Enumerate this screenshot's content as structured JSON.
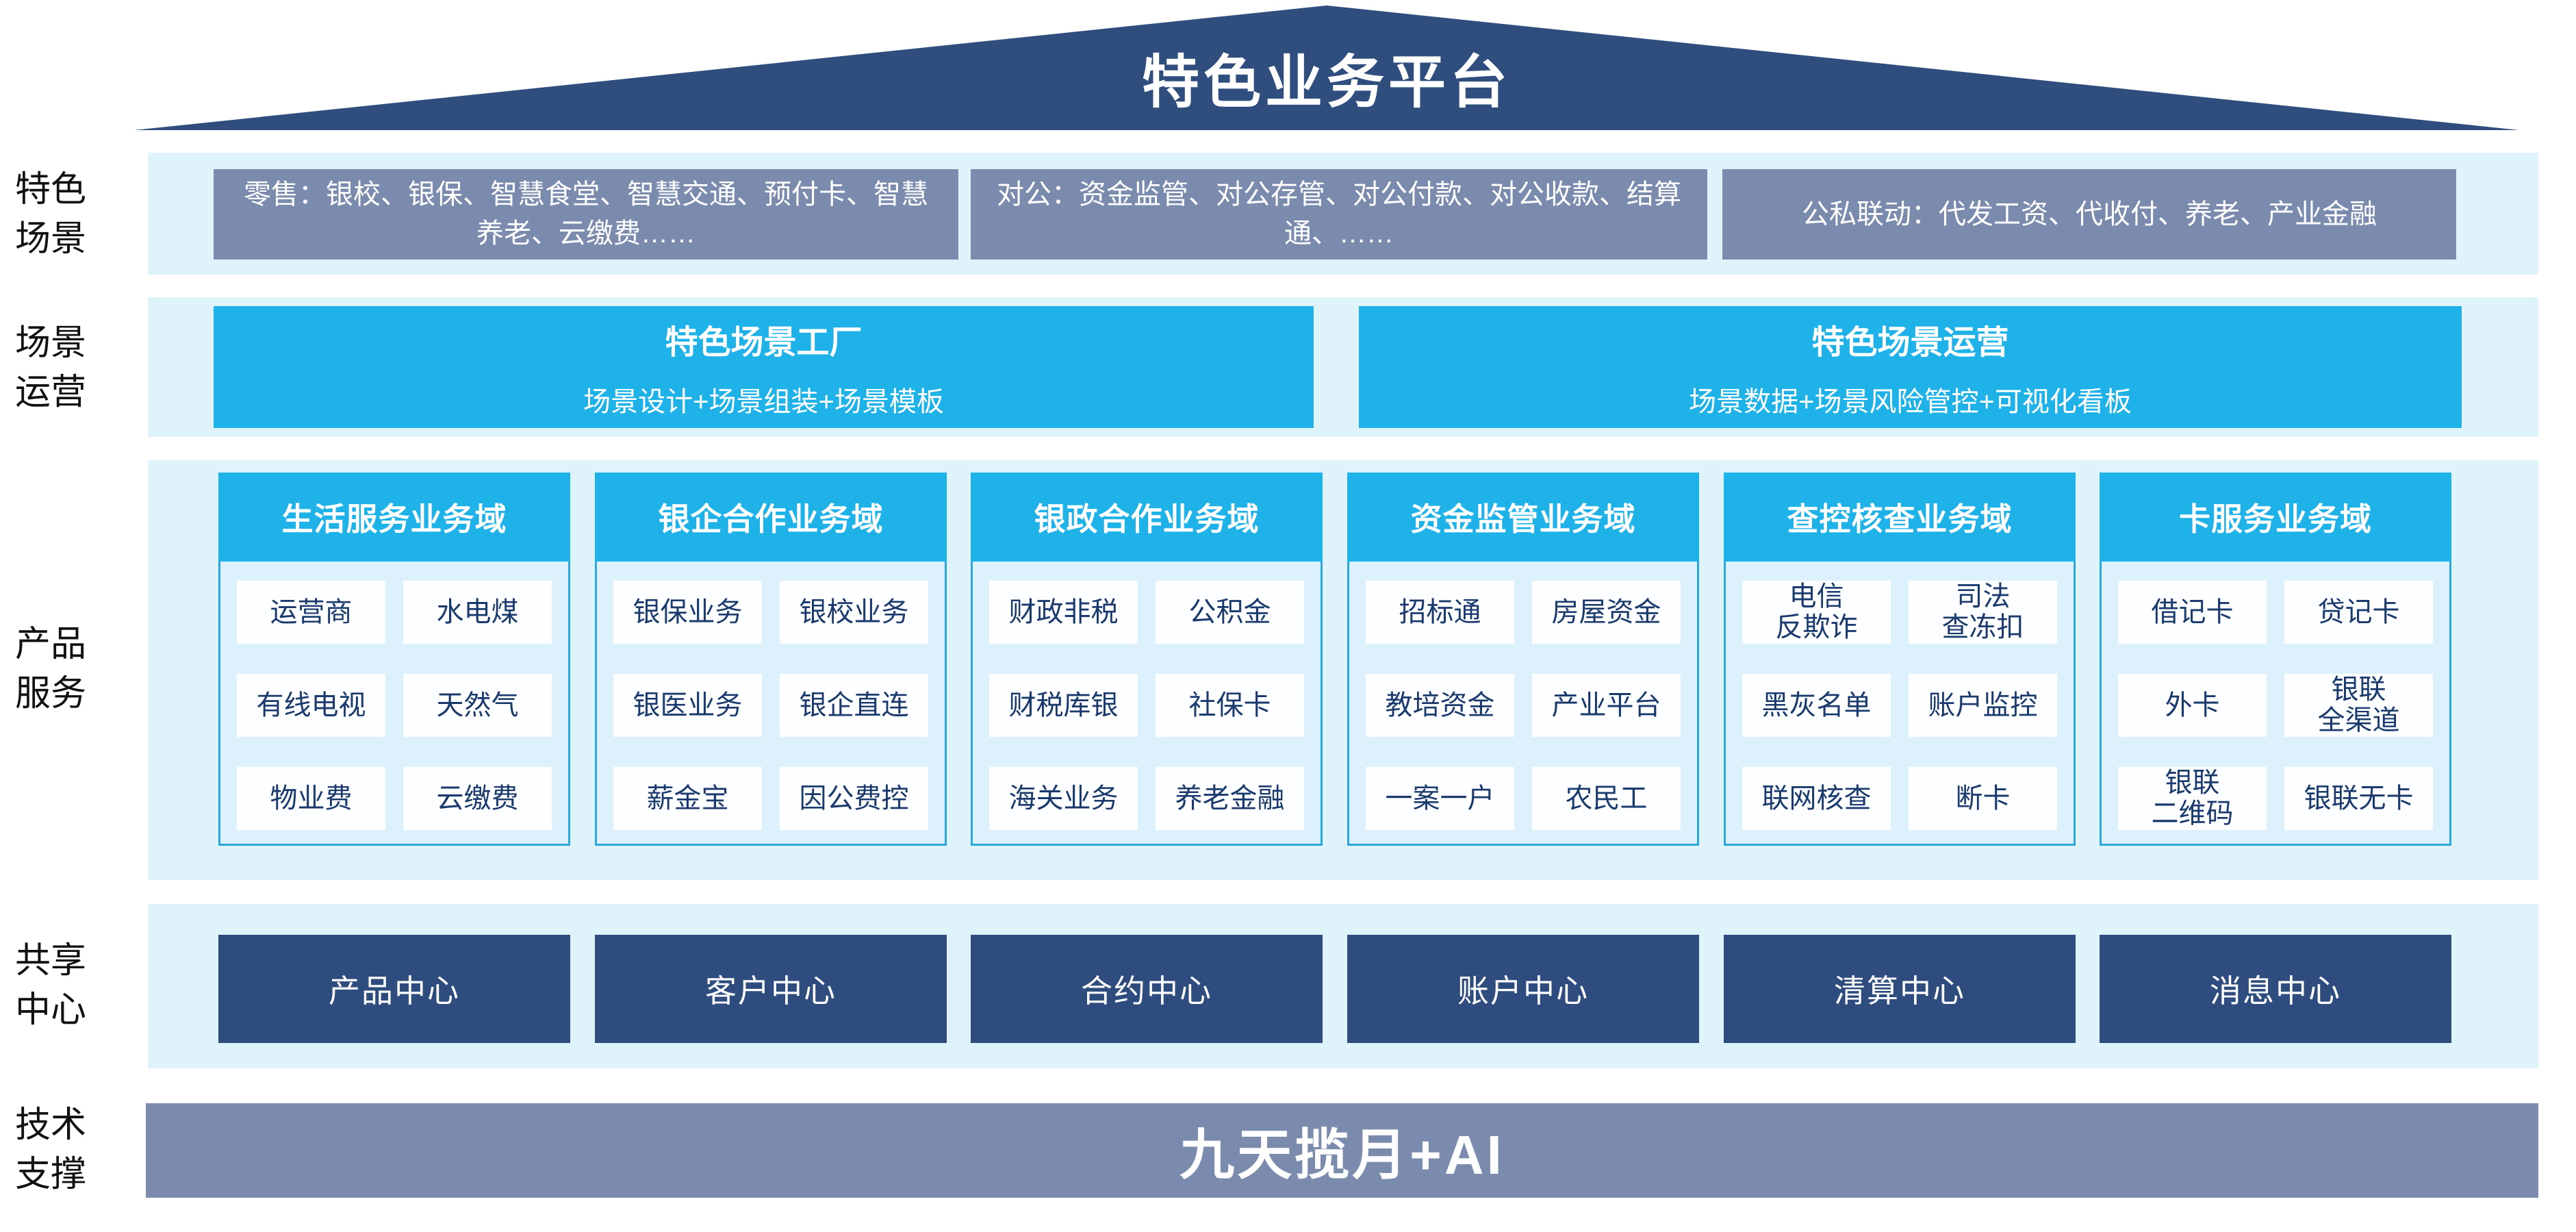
{
  "title": "特色业务平台",
  "colors": {
    "roof_navy": "#2F4E7D",
    "slate_blue": "#7A8BAD",
    "cyan": "#1FB2E8",
    "band_light_blue": "#DFF3FB",
    "panel_light_blue": "#DCF1FB",
    "panel_border_cyan": "#2BA7DB",
    "cell_text_navy": "#1A3A6E",
    "center_navy": "#2E4C7D"
  },
  "rows": {
    "scenes": {
      "label": "特色\n场景",
      "boxes": [
        "零售：银校、银保、智慧食堂、智慧交通、预付卡、智慧养老、云缴费……",
        "对公：资金监管、对公存管、对公付款、对公收款、结算通、……",
        "公私联动：代发工资、代收付、养老、产业金融"
      ]
    },
    "operations": {
      "label": "场景\n运营",
      "boxes": [
        {
          "title": "特色场景工厂",
          "subtitle": "场景设计+场景组装+场景模板"
        },
        {
          "title": "特色场景运营",
          "subtitle": "场景数据+场景风险管控+可视化看板"
        }
      ]
    },
    "products": {
      "label": "产品\n服务",
      "columns": [
        {
          "header": "生活服务业务域",
          "cells": [
            "运营商",
            "水电煤",
            "有线电视",
            "天然气",
            "物业费",
            "云缴费"
          ]
        },
        {
          "header": "银企合作业务域",
          "cells": [
            "银保业务",
            "银校业务",
            "银医业务",
            "银企直连",
            "薪金宝",
            "因公费控"
          ]
        },
        {
          "header": "银政合作业务域",
          "cells": [
            "财政非税",
            "公积金",
            "财税库银",
            "社保卡",
            "海关业务",
            "养老金融"
          ]
        },
        {
          "header": "资金监管业务域",
          "cells": [
            "招标通",
            "房屋资金",
            "教培资金",
            "产业平台",
            "一案一户",
            "农民工"
          ]
        },
        {
          "header": "查控核查业务域",
          "cells": [
            "电信\n反欺诈",
            "司法\n查冻扣",
            "黑灰名单",
            "账户监控",
            "联网核查",
            "断卡"
          ]
        },
        {
          "header": "卡服务业务域",
          "cells": [
            "借记卡",
            "贷记卡",
            "外卡",
            "银联\n全渠道",
            "银联\n二维码",
            "银联无卡"
          ]
        }
      ]
    },
    "shared": {
      "label": "共享\n中心",
      "centers": [
        "产品中心",
        "客户中心",
        "合约中心",
        "账户中心",
        "清算中心",
        "消息中心"
      ]
    },
    "tech": {
      "label": "技术\n支撑",
      "bar": "九天揽月+AI"
    }
  }
}
